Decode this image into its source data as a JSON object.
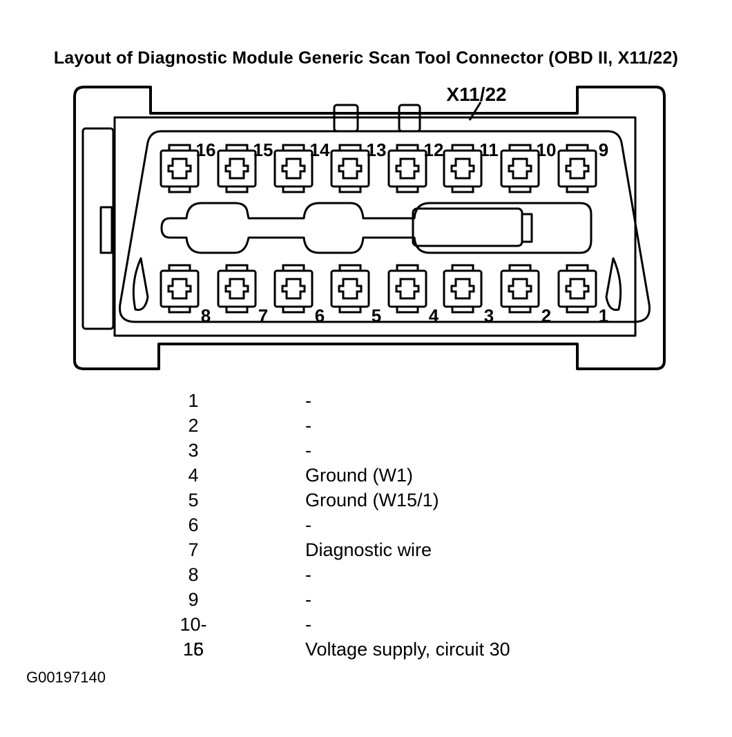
{
  "title": "Layout of Diagnostic Module Generic Scan Tool Connector (OBD II, X11/22)",
  "connector_label": "X11/22",
  "top_row_numbers": [
    "16",
    "15",
    "14",
    "13",
    "12",
    "11",
    "10",
    "9"
  ],
  "bottom_row_numbers": [
    "8",
    "7",
    "6",
    "5",
    "4",
    "3",
    "2",
    "1"
  ],
  "pins": [
    {
      "pin": "1",
      "function": "-"
    },
    {
      "pin": "2",
      "function": "-"
    },
    {
      "pin": "3",
      "function": "-"
    },
    {
      "pin": "4",
      "function": "Ground (W1)"
    },
    {
      "pin": "5",
      "function": "Ground (W15/1)"
    },
    {
      "pin": "6",
      "function": "-"
    },
    {
      "pin": "7",
      "function": "Diagnostic wire"
    },
    {
      "pin": "8",
      "function": "-"
    },
    {
      "pin": "9",
      "function": "-"
    },
    {
      "pin": "10-15",
      "function": "-"
    },
    {
      "pin": "16",
      "function": "Voltage supply, circuit 30"
    }
  ],
  "figure_id": "G00197140"
}
